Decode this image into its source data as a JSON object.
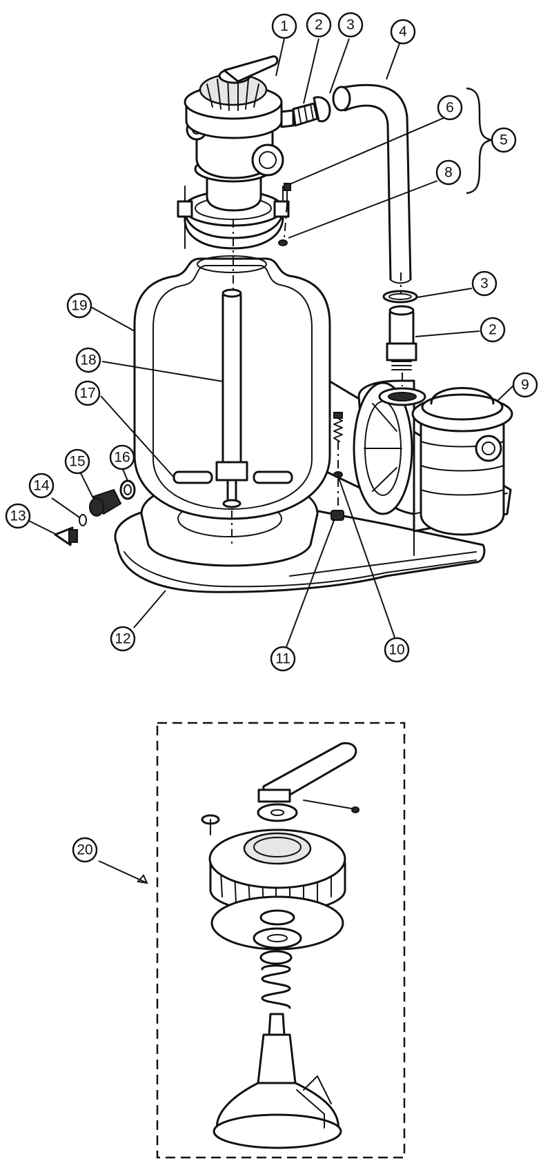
{
  "callouts": [
    {
      "label": "1"
    },
    {
      "label": "2"
    },
    {
      "label": "3"
    },
    {
      "label": "4"
    },
    {
      "label": "6"
    },
    {
      "label": "5"
    },
    {
      "label": "8"
    },
    {
      "label": "3"
    },
    {
      "label": "2"
    },
    {
      "label": "19"
    },
    {
      "label": "18"
    },
    {
      "label": "17"
    },
    {
      "label": "9"
    },
    {
      "label": "16"
    },
    {
      "label": "15"
    },
    {
      "label": "14"
    },
    {
      "label": "13"
    },
    {
      "label": "12"
    },
    {
      "label": "11"
    },
    {
      "label": "10"
    },
    {
      "label": "20"
    }
  ]
}
